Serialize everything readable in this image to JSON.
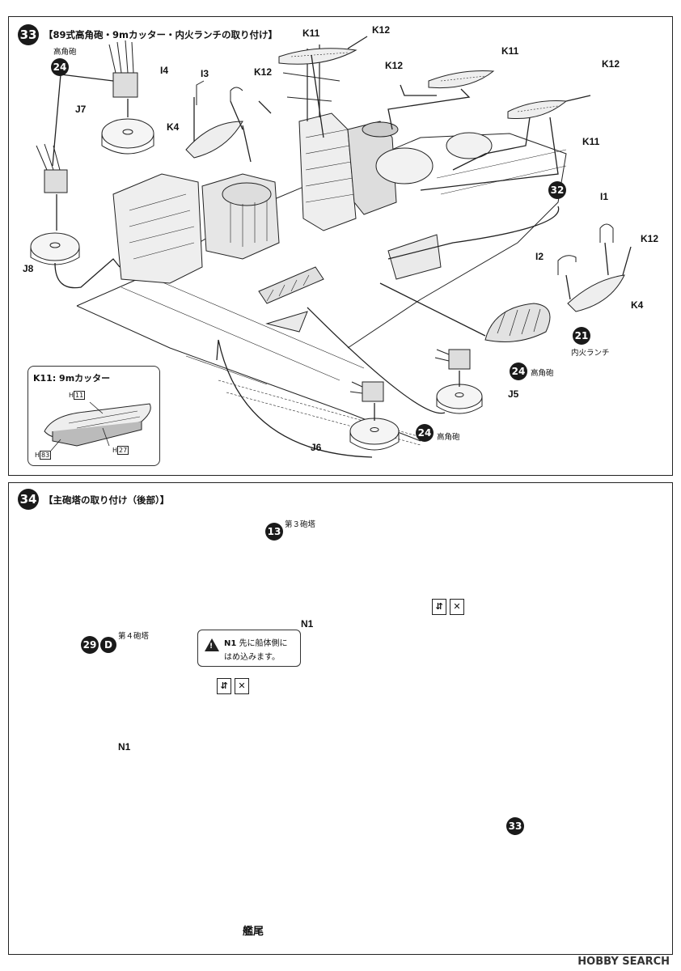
{
  "step33": {
    "number": "33",
    "title": "【89式高角砲・9mカッター・内火ランチの取り付け】",
    "labels": {
      "k11a": "K11",
      "k12a": "K12",
      "k11b": "K11",
      "k12b": "K12",
      "k12c": "K12",
      "k11c": "K11",
      "i4": "I4",
      "i3": "I3",
      "k12d": "K12",
      "k4a": "K4",
      "j7": "J7",
      "j8": "J8",
      "i1": "I1",
      "k12e": "K12",
      "i2": "I2",
      "k4b": "K4",
      "j5": "J5",
      "j6": "J6"
    },
    "refs": {
      "r24a": "24",
      "r32": "32",
      "r21": "21",
      "r24b": "24",
      "r24c": "24"
    },
    "jp": {
      "kokakuho_a": "高角砲",
      "kokakuho_b": "高角砲",
      "kokakuho_c": "高角砲",
      "launch": "内火ランチ"
    },
    "detail": {
      "title": "K11: 9mカッター",
      "h11": "H",
      "h11n": "11",
      "h83": "H",
      "h83n": "83",
      "h27": "H",
      "h27n": "27"
    }
  },
  "step34": {
    "number": "34",
    "title": "【主砲塔の取り付け（後部）】",
    "ref13": "13",
    "turret3": "第３砲塔",
    "ref29": "29",
    "refD": "D",
    "turret4": "第４砲塔",
    "n1a": "N1",
    "n1b": "N1",
    "note_id": "N1",
    "note_text1": "先に船体側に",
    "note_text2": "はめ込みます。",
    "ref33": "33",
    "stern": "艦尾"
  },
  "watermark": "HOBBY SEARCH"
}
